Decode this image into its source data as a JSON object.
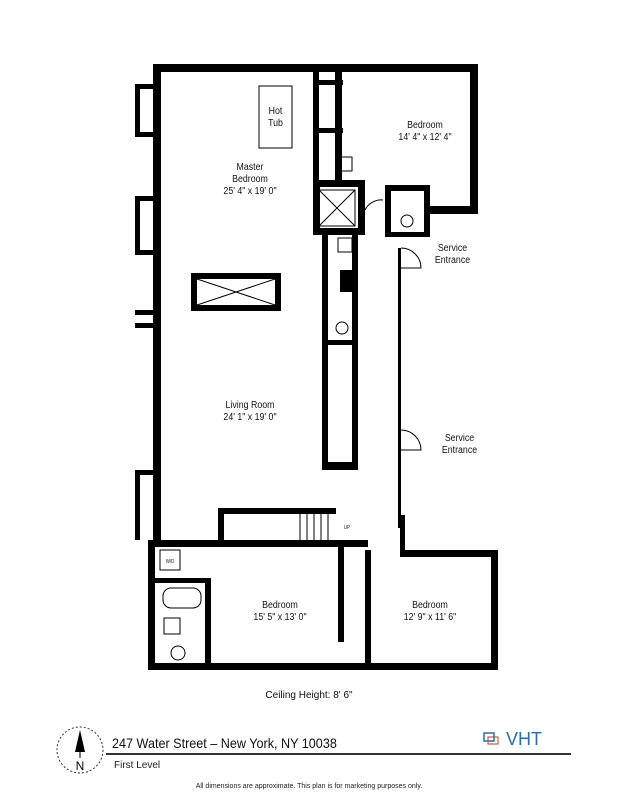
{
  "rooms": [
    {
      "id": "master-bedroom",
      "name": "Master\nBedroom",
      "name_line1": "Master",
      "name_line2": "Bedroom",
      "dims": "25' 4\" x 19' 0\""
    },
    {
      "id": "hot-tub",
      "name_line1": "Hot",
      "name_line2": "Tub"
    },
    {
      "id": "bedroom-ne",
      "name": "Bedroom",
      "dims": "14' 4\" x 12' 4\""
    },
    {
      "id": "living-room",
      "name": "Living Room",
      "dims": "24' 1\" x 19' 0\""
    },
    {
      "id": "bedroom-sw",
      "name": "Bedroom",
      "dims": "15' 5\" x 13' 0\""
    },
    {
      "id": "bedroom-se",
      "name": "Bedroom",
      "dims": "12' 9\" x 11' 6\""
    }
  ],
  "entrances": [
    {
      "line1": "Service",
      "line2": "Entrance"
    },
    {
      "line1": "Service",
      "line2": "Entrance"
    }
  ],
  "stairs_label": "UP",
  "washer_dryer_label": "W/D",
  "ceiling_height": "Ceiling Height: 8' 6\"",
  "footer": {
    "address": "247 Water Street – New York, NY 10038",
    "level": "First Level",
    "disclaimer": "All dimensions are approximate. This plan is for marketing purposes only.",
    "brand": "VHT",
    "compass_letter": "N"
  },
  "colors": {
    "wall": "#000000",
    "brand_blue": "#2b6cb0",
    "brand_red": "#c0392b"
  }
}
